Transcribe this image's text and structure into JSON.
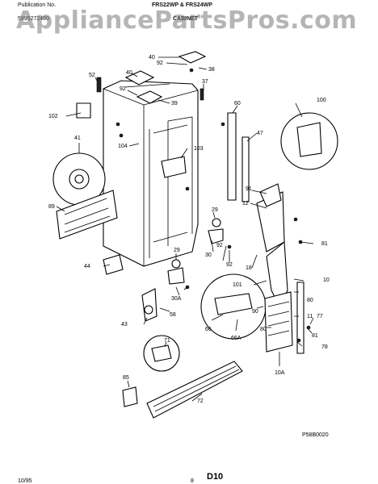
{
  "header": {
    "publication_label": "Publication No.",
    "publication_number": "5995272480",
    "model": "FRS22WP & FRS24WP",
    "section": "CABINET"
  },
  "watermark": "AppliancePartsPros.com",
  "callouts": [
    "40",
    "92",
    "38",
    "52",
    "92",
    "40",
    "37",
    "60",
    "102",
    "39",
    "100",
    "104",
    "47",
    "41",
    "103",
    "91",
    "12",
    "89",
    "29",
    "81",
    "44",
    "30",
    "92",
    "18",
    "29",
    "92",
    "101",
    "10",
    "30A",
    "80",
    "90",
    "11",
    "77",
    "58",
    "66",
    "43",
    "81",
    "66A",
    "80",
    "78",
    "71",
    "10A",
    "85",
    "72"
  ],
  "footer": {
    "figure_code": "P58B0020",
    "page_number": "8",
    "page_code": "D10",
    "date": "10/95"
  }
}
